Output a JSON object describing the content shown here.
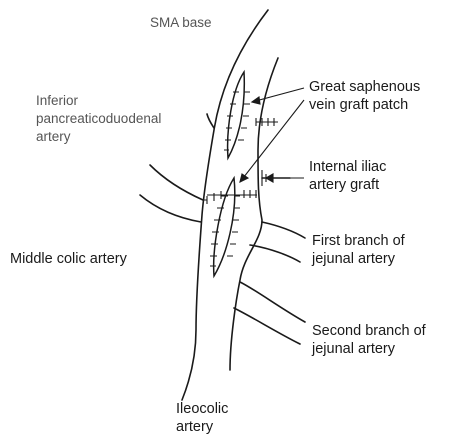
{
  "labels": {
    "sma_base": "SMA base",
    "inferior_pd": [
      "Inferior",
      "pancreaticoduodenal",
      "artery"
    ],
    "great_saphenous": [
      "Great saphenous",
      "vein graft patch"
    ],
    "internal_iliac": [
      "Internal iliac",
      "artery graft"
    ],
    "middle_colic": "Middle colic artery",
    "first_jejunal": [
      "First branch of",
      "jejunal artery"
    ],
    "second_jejunal": [
      "Second branch of",
      "jejunal artery"
    ],
    "ileocolic": [
      "Ileocolic",
      "artery"
    ]
  },
  "colors": {
    "ink": "#1a1a1a",
    "faded_ink": "#555555"
  }
}
